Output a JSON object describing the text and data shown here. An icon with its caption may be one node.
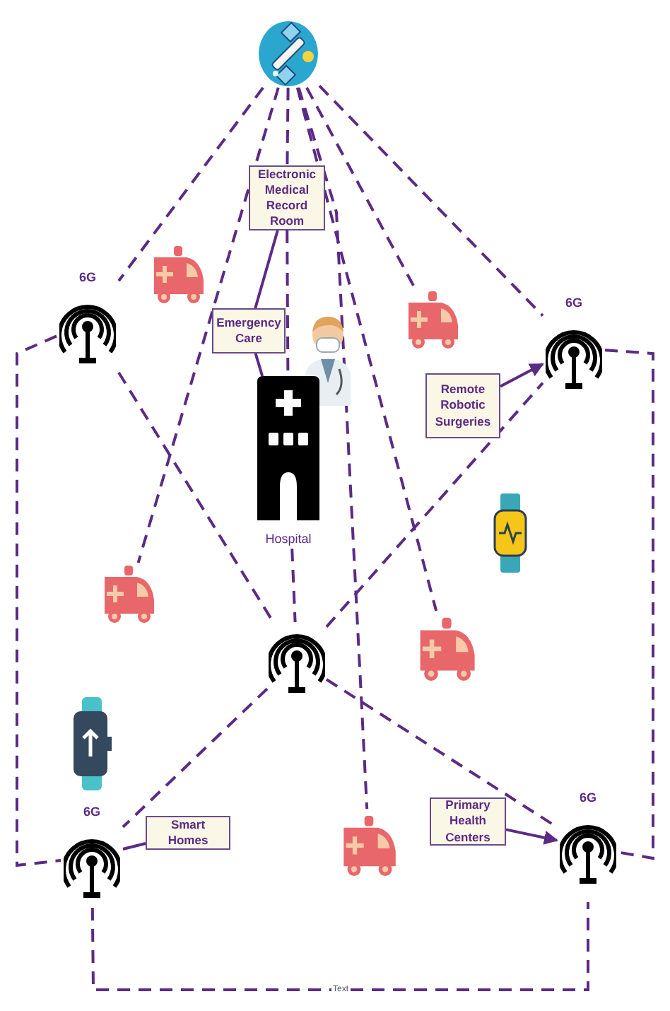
{
  "diagram": {
    "nodes": [
      {
        "text": [],
        "shape": "circle"
      },
      {
        "text": [
          "Electronic Medical Record Room"
        ]
      },
      {
        "text": [
          "Emergency Care"
        ]
      },
      {
        "text": [
          "Hospital"
        ]
      },
      {
        "text": [
          "6G"
        ]
      },
      {
        "text": [],
        "shape": "ambulance"
      },
      {
        "text": [
          "6G"
        ]
      },
      {
        "text": [
          "Remote Robotic Surgeries"
        ]
      },
      {
        "text": [],
        "shape": "ambulance"
      },
      {
        "text": [],
        "shape": "antenna"
      },
      {
        "text": [],
        "shape": "ambulance"
      },
      {
        "text": [
          "Smart Homes"
        ]
      },
      {
        "text": [
          "6G"
        ]
      },
      {
        "text": [],
        "shape": "ambulance"
      },
      {
        "text": [
          "Primary Health Centers"
        ]
      },
      {
        "text": [
          "6G"
        ]
      }
    ],
    "edges": [
      {
        "from": 0,
        "to": 1,
        "arrow": "none",
        "style": "dashed"
      },
      {
        "from": 0,
        "to": 4,
        "arrow": "none",
        "style": "dashed"
      },
      {
        "from": 0,
        "to": 8,
        "arrow": "none",
        "style": "dashed"
      },
      {
        "from": 0,
        "to": 6,
        "arrow": "none",
        "style": "dashed"
      },
      {
        "from": 0,
        "to": 5,
        "arrow": "none",
        "style": "dashed"
      },
      {
        "from": 0,
        "to": 10,
        "arrow": "none",
        "style": "dashed"
      },
      {
        "from": 0,
        "to": 13,
        "arrow": "none",
        "style": "dashed"
      },
      {
        "from": 1,
        "to": 2,
        "arrow": "none"
      },
      {
        "from": 1,
        "to": 3,
        "arrow": "none",
        "style": "dashed"
      },
      {
        "from": 2,
        "to": 3,
        "arrow": "none"
      },
      {
        "from": 4,
        "to": 9,
        "arrow": "none",
        "style": "dashed"
      },
      {
        "from": 9,
        "to": 6,
        "arrow": "none",
        "style": "dashed"
      },
      {
        "from": 9,
        "to": 12,
        "arrow": "none",
        "style": "dashed"
      },
      {
        "from": 9,
        "to": 15,
        "arrow": "none",
        "style": "dashed"
      },
      {
        "from": 3,
        "to": 9,
        "arrow": "none",
        "style": "dashed"
      },
      {
        "from": 7,
        "to": 6,
        "arrow": "to"
      },
      {
        "from": 11,
        "to": 12,
        "arrow": "none"
      },
      {
        "from": 14,
        "to": 15,
        "arrow": "to"
      },
      {
        "from": 12,
        "to": 15,
        "arrow": "none",
        "style": "dashed",
        "label": "Text"
      },
      {
        "from": 4,
        "to": 12,
        "arrow": "none",
        "style": "dashed"
      },
      {
        "from": 6,
        "to": 15,
        "arrow": "none",
        "style": "dashed"
      }
    ]
  }
}
